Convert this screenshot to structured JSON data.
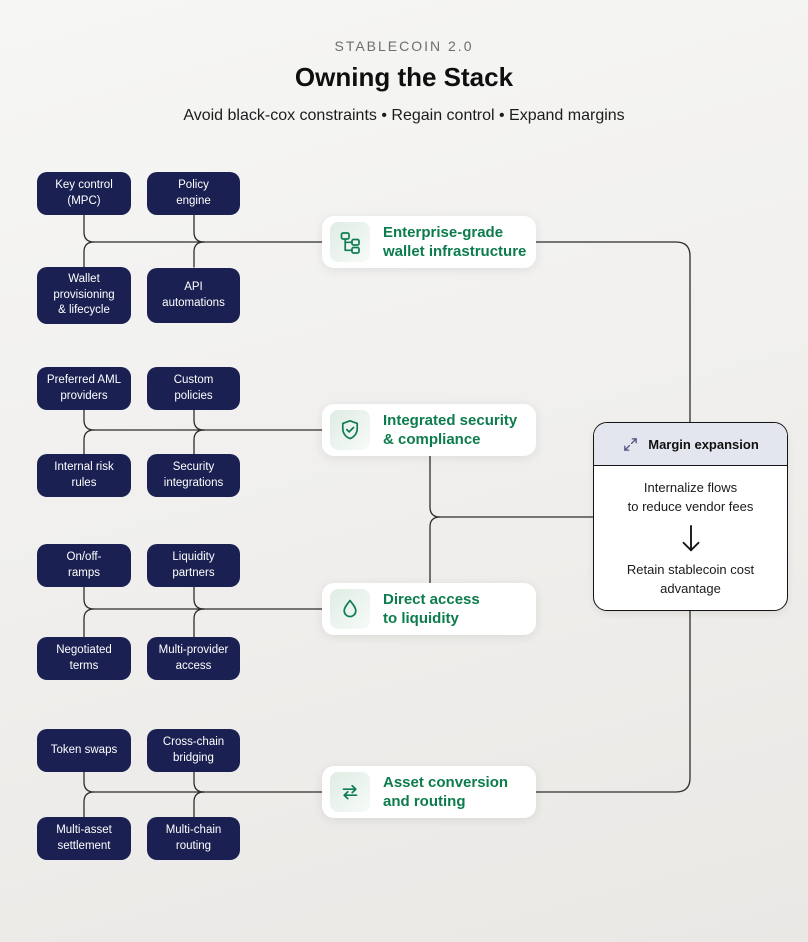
{
  "header": {
    "kicker": "STABLECOIN 2.0",
    "title": "Owning the Stack",
    "subtitle": "Avoid black-cox constraints • Regain control • Expand margins"
  },
  "groups": [
    {
      "card": {
        "label": "Enterprise-grade\nwallet infrastructure",
        "icon": "hierarchy-icon"
      },
      "boxes": [
        "Key control\n(MPC)",
        "Policy\nengine",
        "Wallet\nprovisioning\n& lifecycle",
        "API\nautomations"
      ]
    },
    {
      "card": {
        "label": "Integrated security\n& compliance",
        "icon": "shield-check-icon"
      },
      "boxes": [
        "Preferred AML\nproviders",
        "Custom\npolicies",
        "Internal risk\nrules",
        "Security\nintegrations"
      ]
    },
    {
      "card": {
        "label": "Direct access\nto liquidity",
        "icon": "droplet-icon"
      },
      "boxes": [
        "On/off-\nramps",
        "Liquidity\npartners",
        "Negotiated\nterms",
        "Multi-provider\naccess"
      ]
    },
    {
      "card": {
        "label": "Asset conversion\nand routing",
        "icon": "swap-arrows-icon"
      },
      "boxes": [
        "Token swaps",
        "Cross-chain\nbridging",
        "Multi-asset\nsettlement",
        "Multi-chain\nrouting"
      ]
    }
  ],
  "margin_panel": {
    "title": "Margin expansion",
    "icon": "expand-icon",
    "step_1": "Internalize flows\nto reduce vendor fees",
    "arrow": "down-arrow-icon",
    "step_2": "Retain stablecoin cost\nadvantage"
  },
  "colors": {
    "navy_box": "#1a2051",
    "accent_green": "#0c7c4c",
    "connector": "#2d2d2d",
    "panel_header_bg": "#e4e6ef"
  }
}
